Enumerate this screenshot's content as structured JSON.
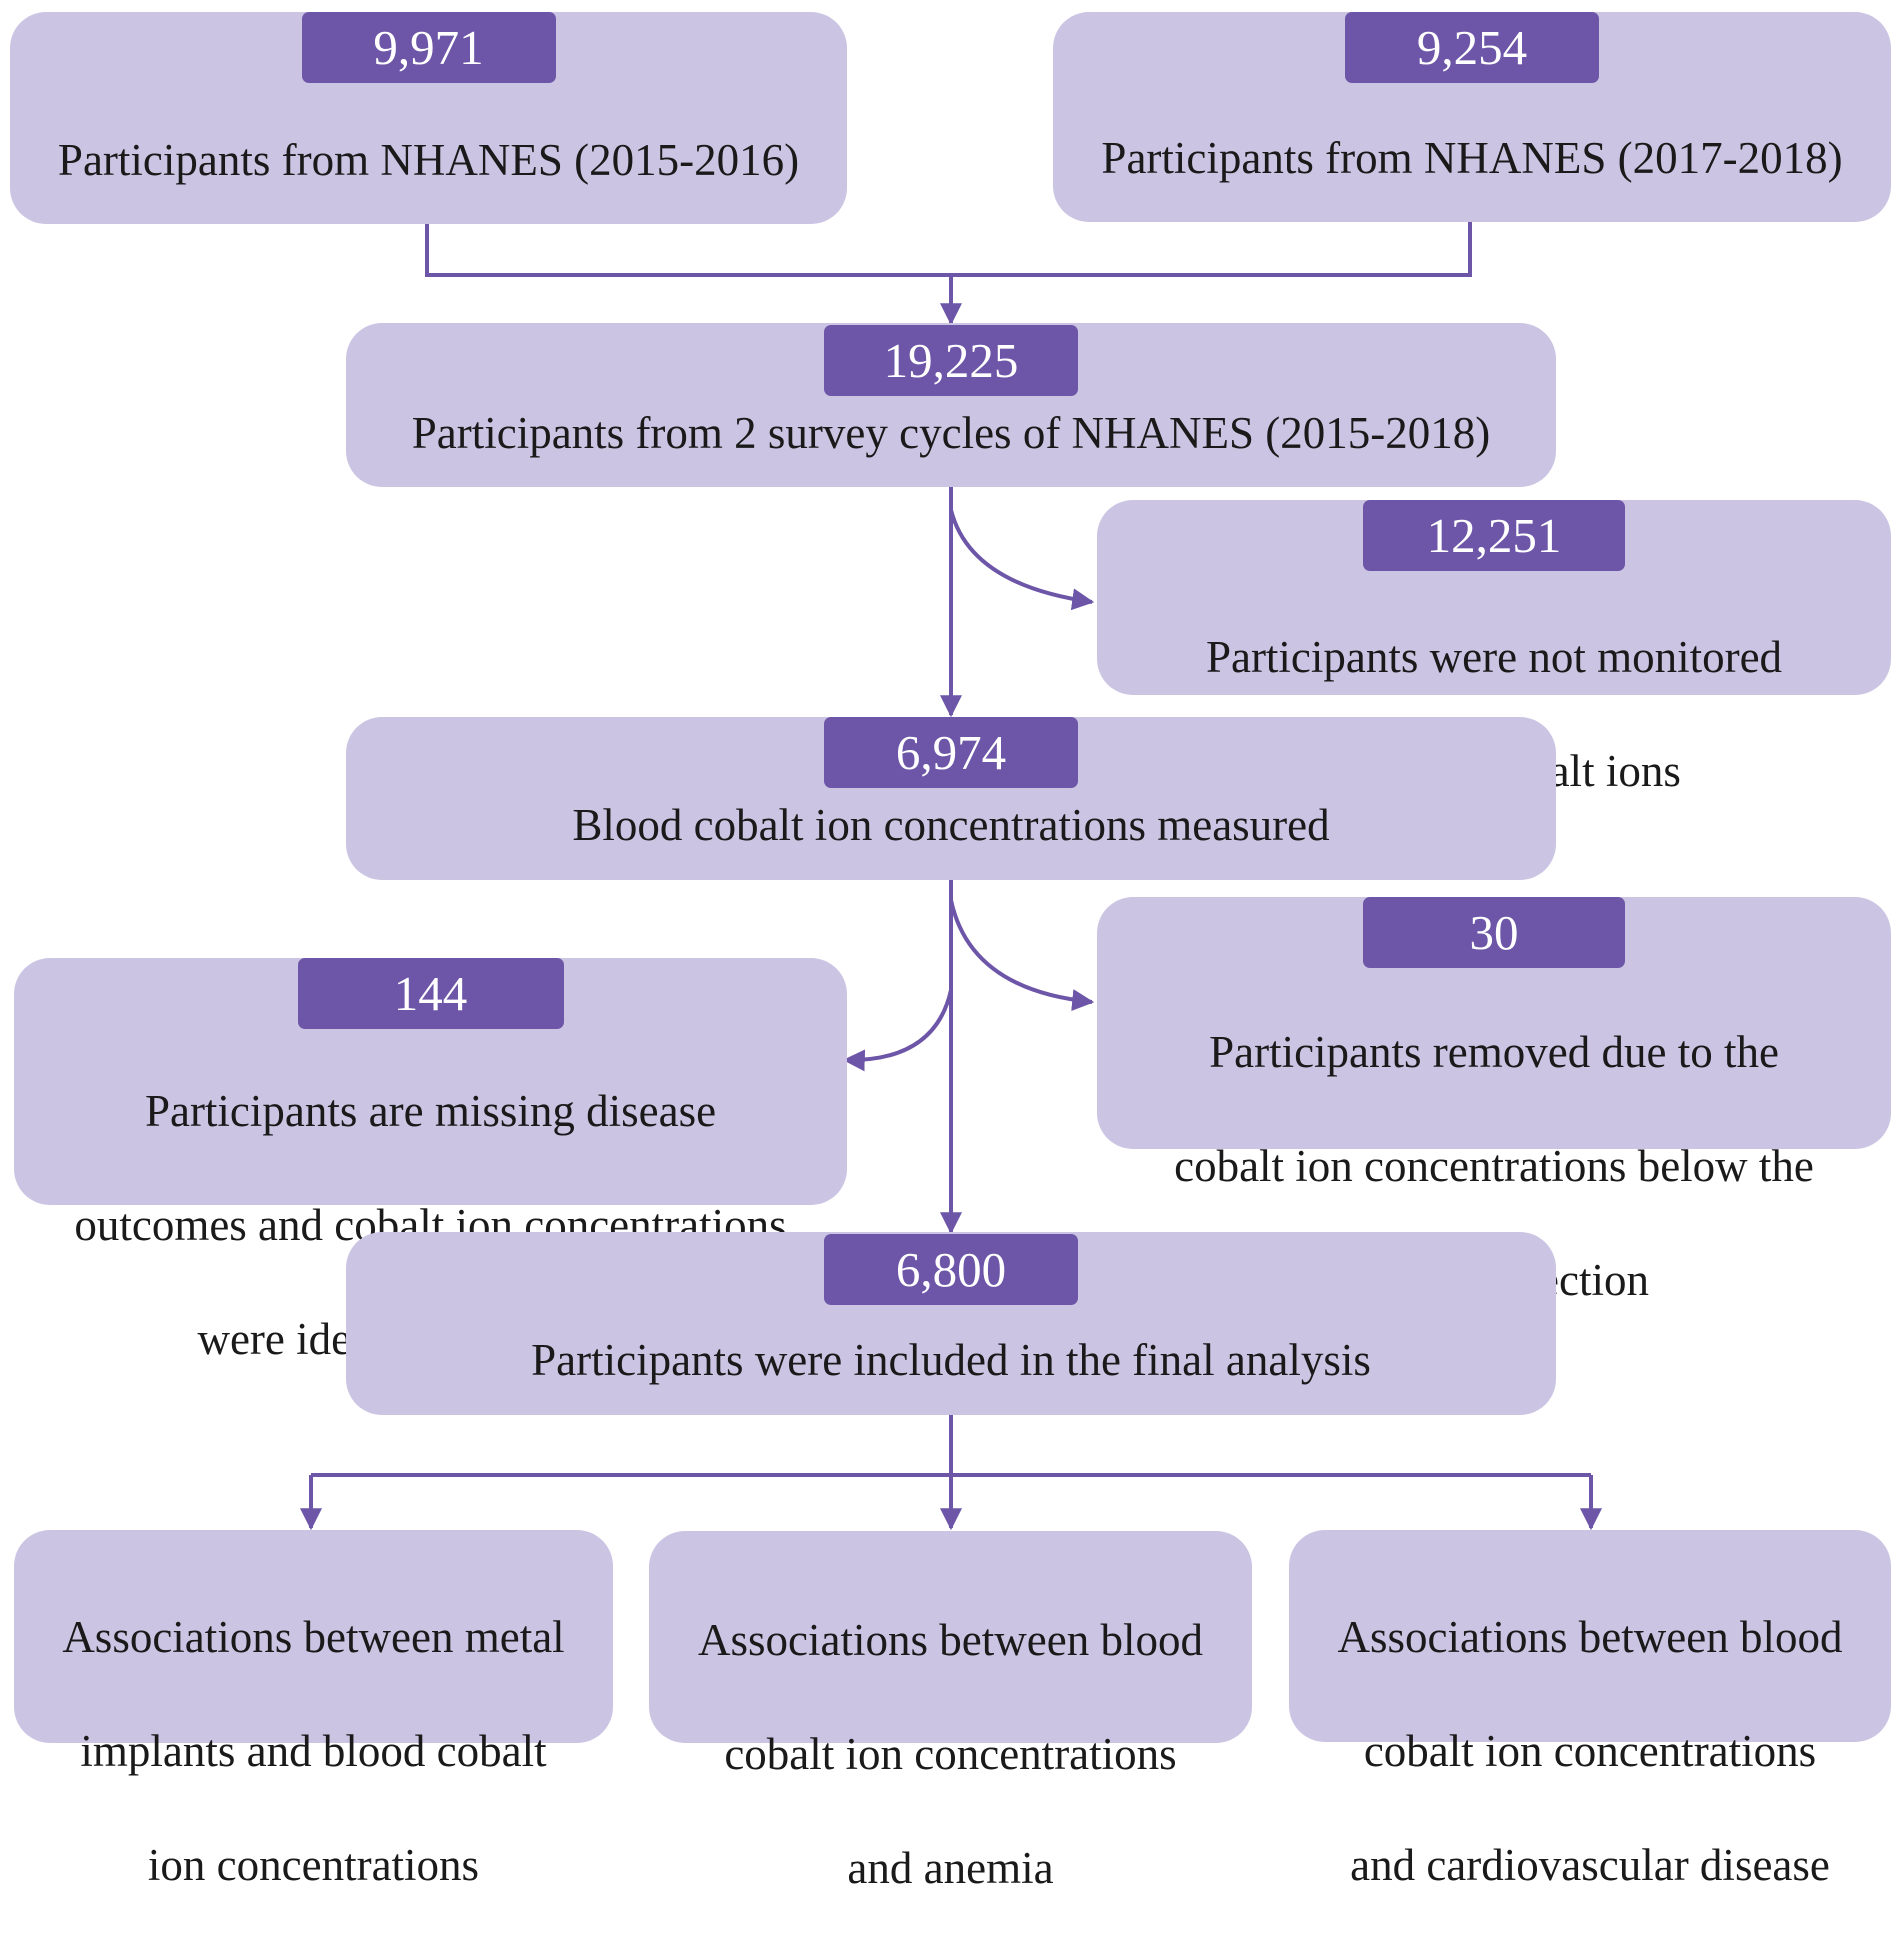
{
  "colors": {
    "box_fill": "#cbc5e3",
    "badge_fill": "#6d56a8",
    "badge_text": "#ffffff",
    "connector": "#6d56a8"
  },
  "boxes": {
    "nhanes_2015": {
      "count": "9,971",
      "text": "Participants from NHANES (2015-2016)"
    },
    "nhanes_2017": {
      "count": "9,254",
      "text": "Participants from NHANES (2017-2018)"
    },
    "combined": {
      "count": "19,225",
      "text": "Participants from 2 survey cycles of NHANES (2015-2018)"
    },
    "not_monitored": {
      "count": "12,251",
      "lines": [
        "Participants were not monitored",
        "for blood cobalt ions"
      ]
    },
    "measured": {
      "count": "6,974",
      "text": "Blood cobalt ion concentrations measured"
    },
    "below_lod": {
      "count": "30",
      "lines": [
        "Participants removed due to the",
        "cobalt ion concentrations below the",
        "limit of detection"
      ]
    },
    "outliers": {
      "count": "144",
      "lines": [
        "Participants are missing disease",
        "outcomes and cobalt ion concentrations",
        "were identified as outliers"
      ]
    },
    "final": {
      "count": "6,800",
      "text": "Participants were included in the final analysis"
    },
    "implants": {
      "lines": [
        "Associations between metal",
        "implants and blood cobalt",
        "ion concentrations"
      ]
    },
    "anemia": {
      "lines": [
        "Associations between blood",
        "cobalt ion concentrations",
        "and anemia"
      ]
    },
    "cvd": {
      "lines": [
        "Associations between blood",
        "cobalt ion concentrations",
        "and cardiovascular disease"
      ]
    }
  }
}
